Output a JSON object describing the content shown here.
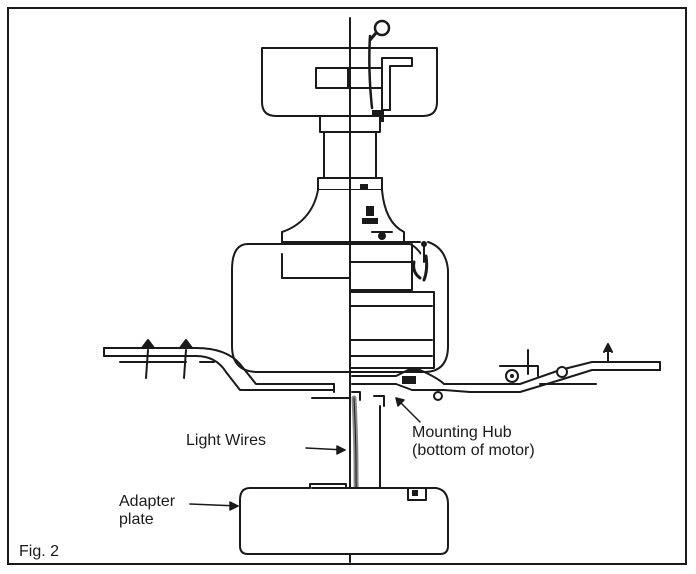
{
  "labels": {
    "light_wires": "Light Wires",
    "mounting_hub_line1": "Mounting Hub",
    "mounting_hub_line2": "(bottom of motor)",
    "adapter_line1": "Adapter",
    "adapter_line2": "plate",
    "figure_caption": "Fig. 2"
  },
  "colors": {
    "line": "#1a1a1a",
    "wire": "#8a8a8a",
    "background": "#ffffff"
  }
}
